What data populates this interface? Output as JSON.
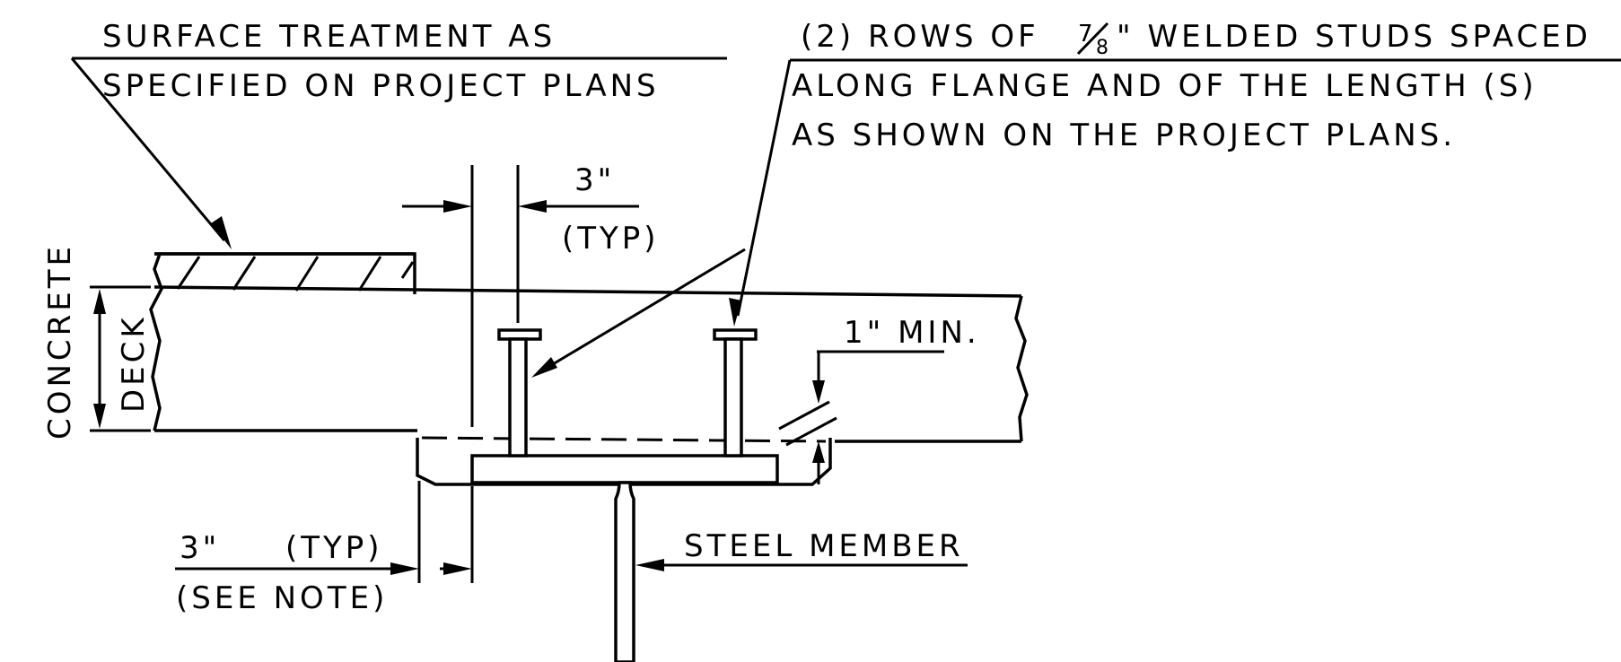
{
  "labels": {
    "surface_line1": "SURFACE TREATMENT AS",
    "surface_line2": "SPECIFIED ON PROJECT PLANS",
    "studs_prefix": "(2) ROWS OF",
    "studs_frac_num": "7",
    "studs_frac_den": "8",
    "studs_suffix": "\" WELDED STUDS SPACED",
    "studs_line2": "ALONG FLANGE AND OF THE LENGTH (S)",
    "studs_line3": "AS SHOWN ON THE PROJECT PLANS.",
    "dim_top_value": "3\"",
    "dim_top_typ": "(TYP)",
    "concrete": "CONCRETE",
    "deck": "DECK",
    "min_cover": "1\" MIN.",
    "dim_bottom_value": "3\"",
    "dim_bottom_typ": "(TYP)",
    "see_note": "(SEE NOTE)",
    "steel_member": "STEEL MEMBER"
  },
  "colors": {
    "ink": "#000000",
    "paper": "#ffffff"
  }
}
